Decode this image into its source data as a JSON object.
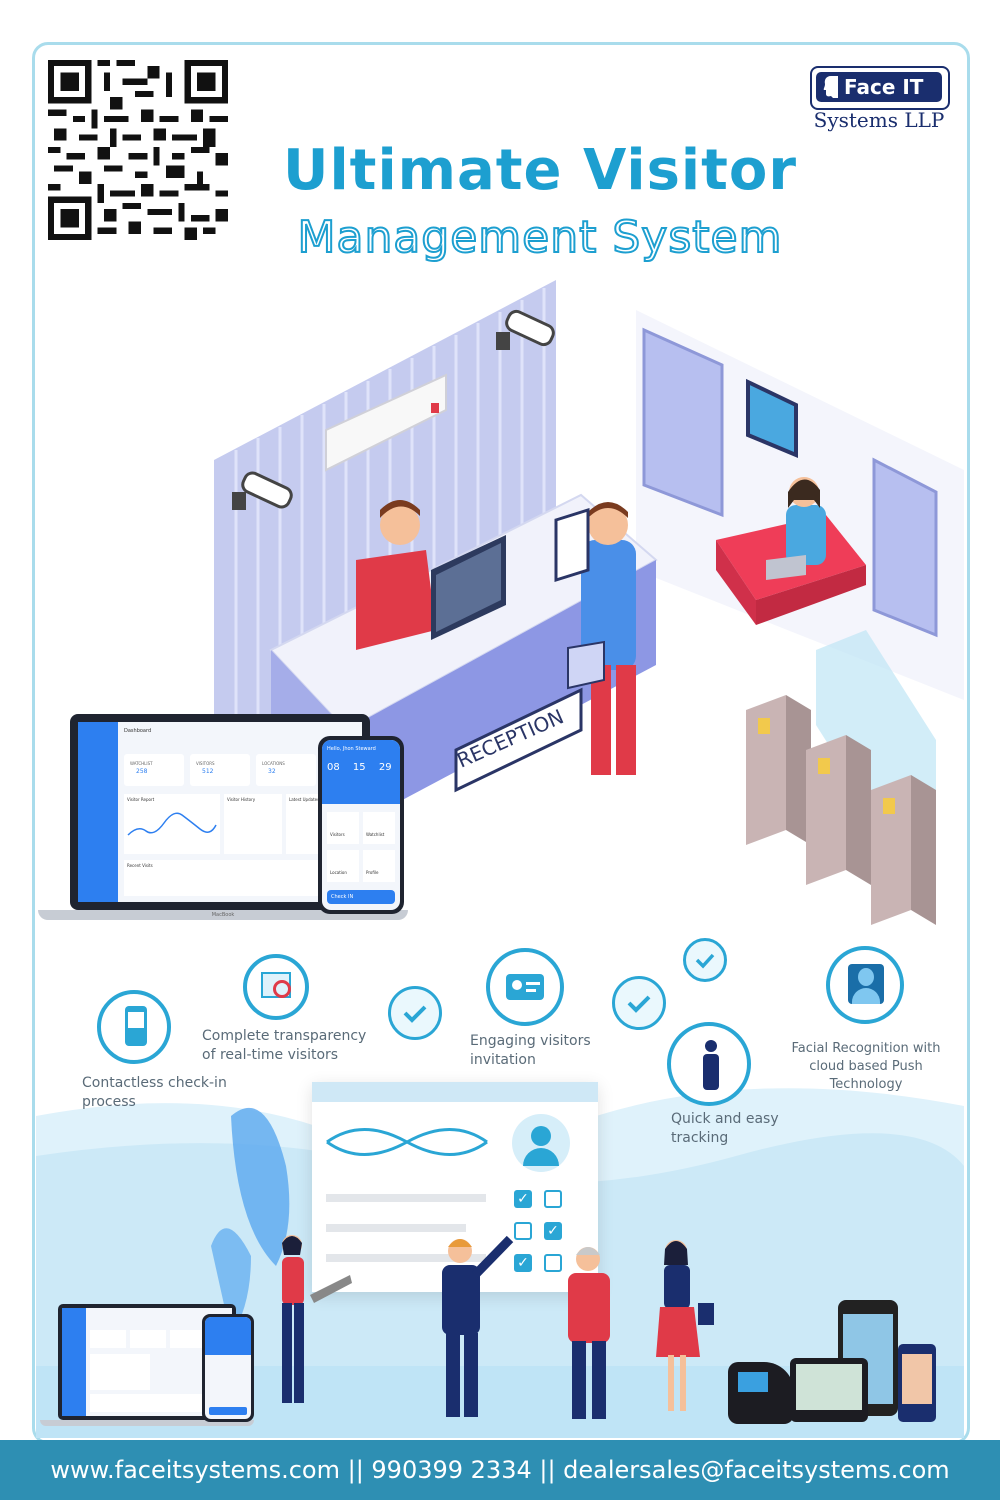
{
  "brand": {
    "logo_word": "Face IT",
    "logo_sub": "Systems LLP"
  },
  "title": {
    "line1": "Ultimate Visitor",
    "line2": "Management System"
  },
  "illustration": {
    "reception_sign": "RECEPTION"
  },
  "features": {
    "contactless": "Contactless check-in process",
    "transparency": "Complete transparency of real-time visitors",
    "engaging": "Engaging visitors invitation",
    "tracking": "Quick and easy tracking",
    "facial": "Facial Recognition with cloud based Push Technology"
  },
  "dashboard": {
    "header": "Dashboard",
    "stats": [
      {
        "label": "WATCHLIST",
        "value": "258"
      },
      {
        "label": "VISITORS",
        "value": "512"
      },
      {
        "label": "LOCATIONS",
        "value": "32"
      }
    ],
    "visitor_report": "Visitor Report",
    "visitor_history": "Visitor History",
    "latest_updates": "Latest Updates",
    "recent_visits": "Recent Visits",
    "laptop_brand": "MacBook"
  },
  "phone": {
    "greeting": "Hello, Jhon Steward",
    "counts": [
      "08",
      "15",
      "29"
    ],
    "tiles": [
      "Visitors",
      "Watchlist",
      "Location",
      "Profile"
    ],
    "checkin": "Check IN"
  },
  "footer": {
    "text": "www.faceitsystems.com  || 990399 2334 || dealersales@faceitsystems.com"
  },
  "colors": {
    "accent": "#1d9fd0",
    "navy": "#1a2e6e",
    "footer": "#2e8fb3",
    "wall": "#c7cdf0",
    "red": "#e03a48"
  }
}
